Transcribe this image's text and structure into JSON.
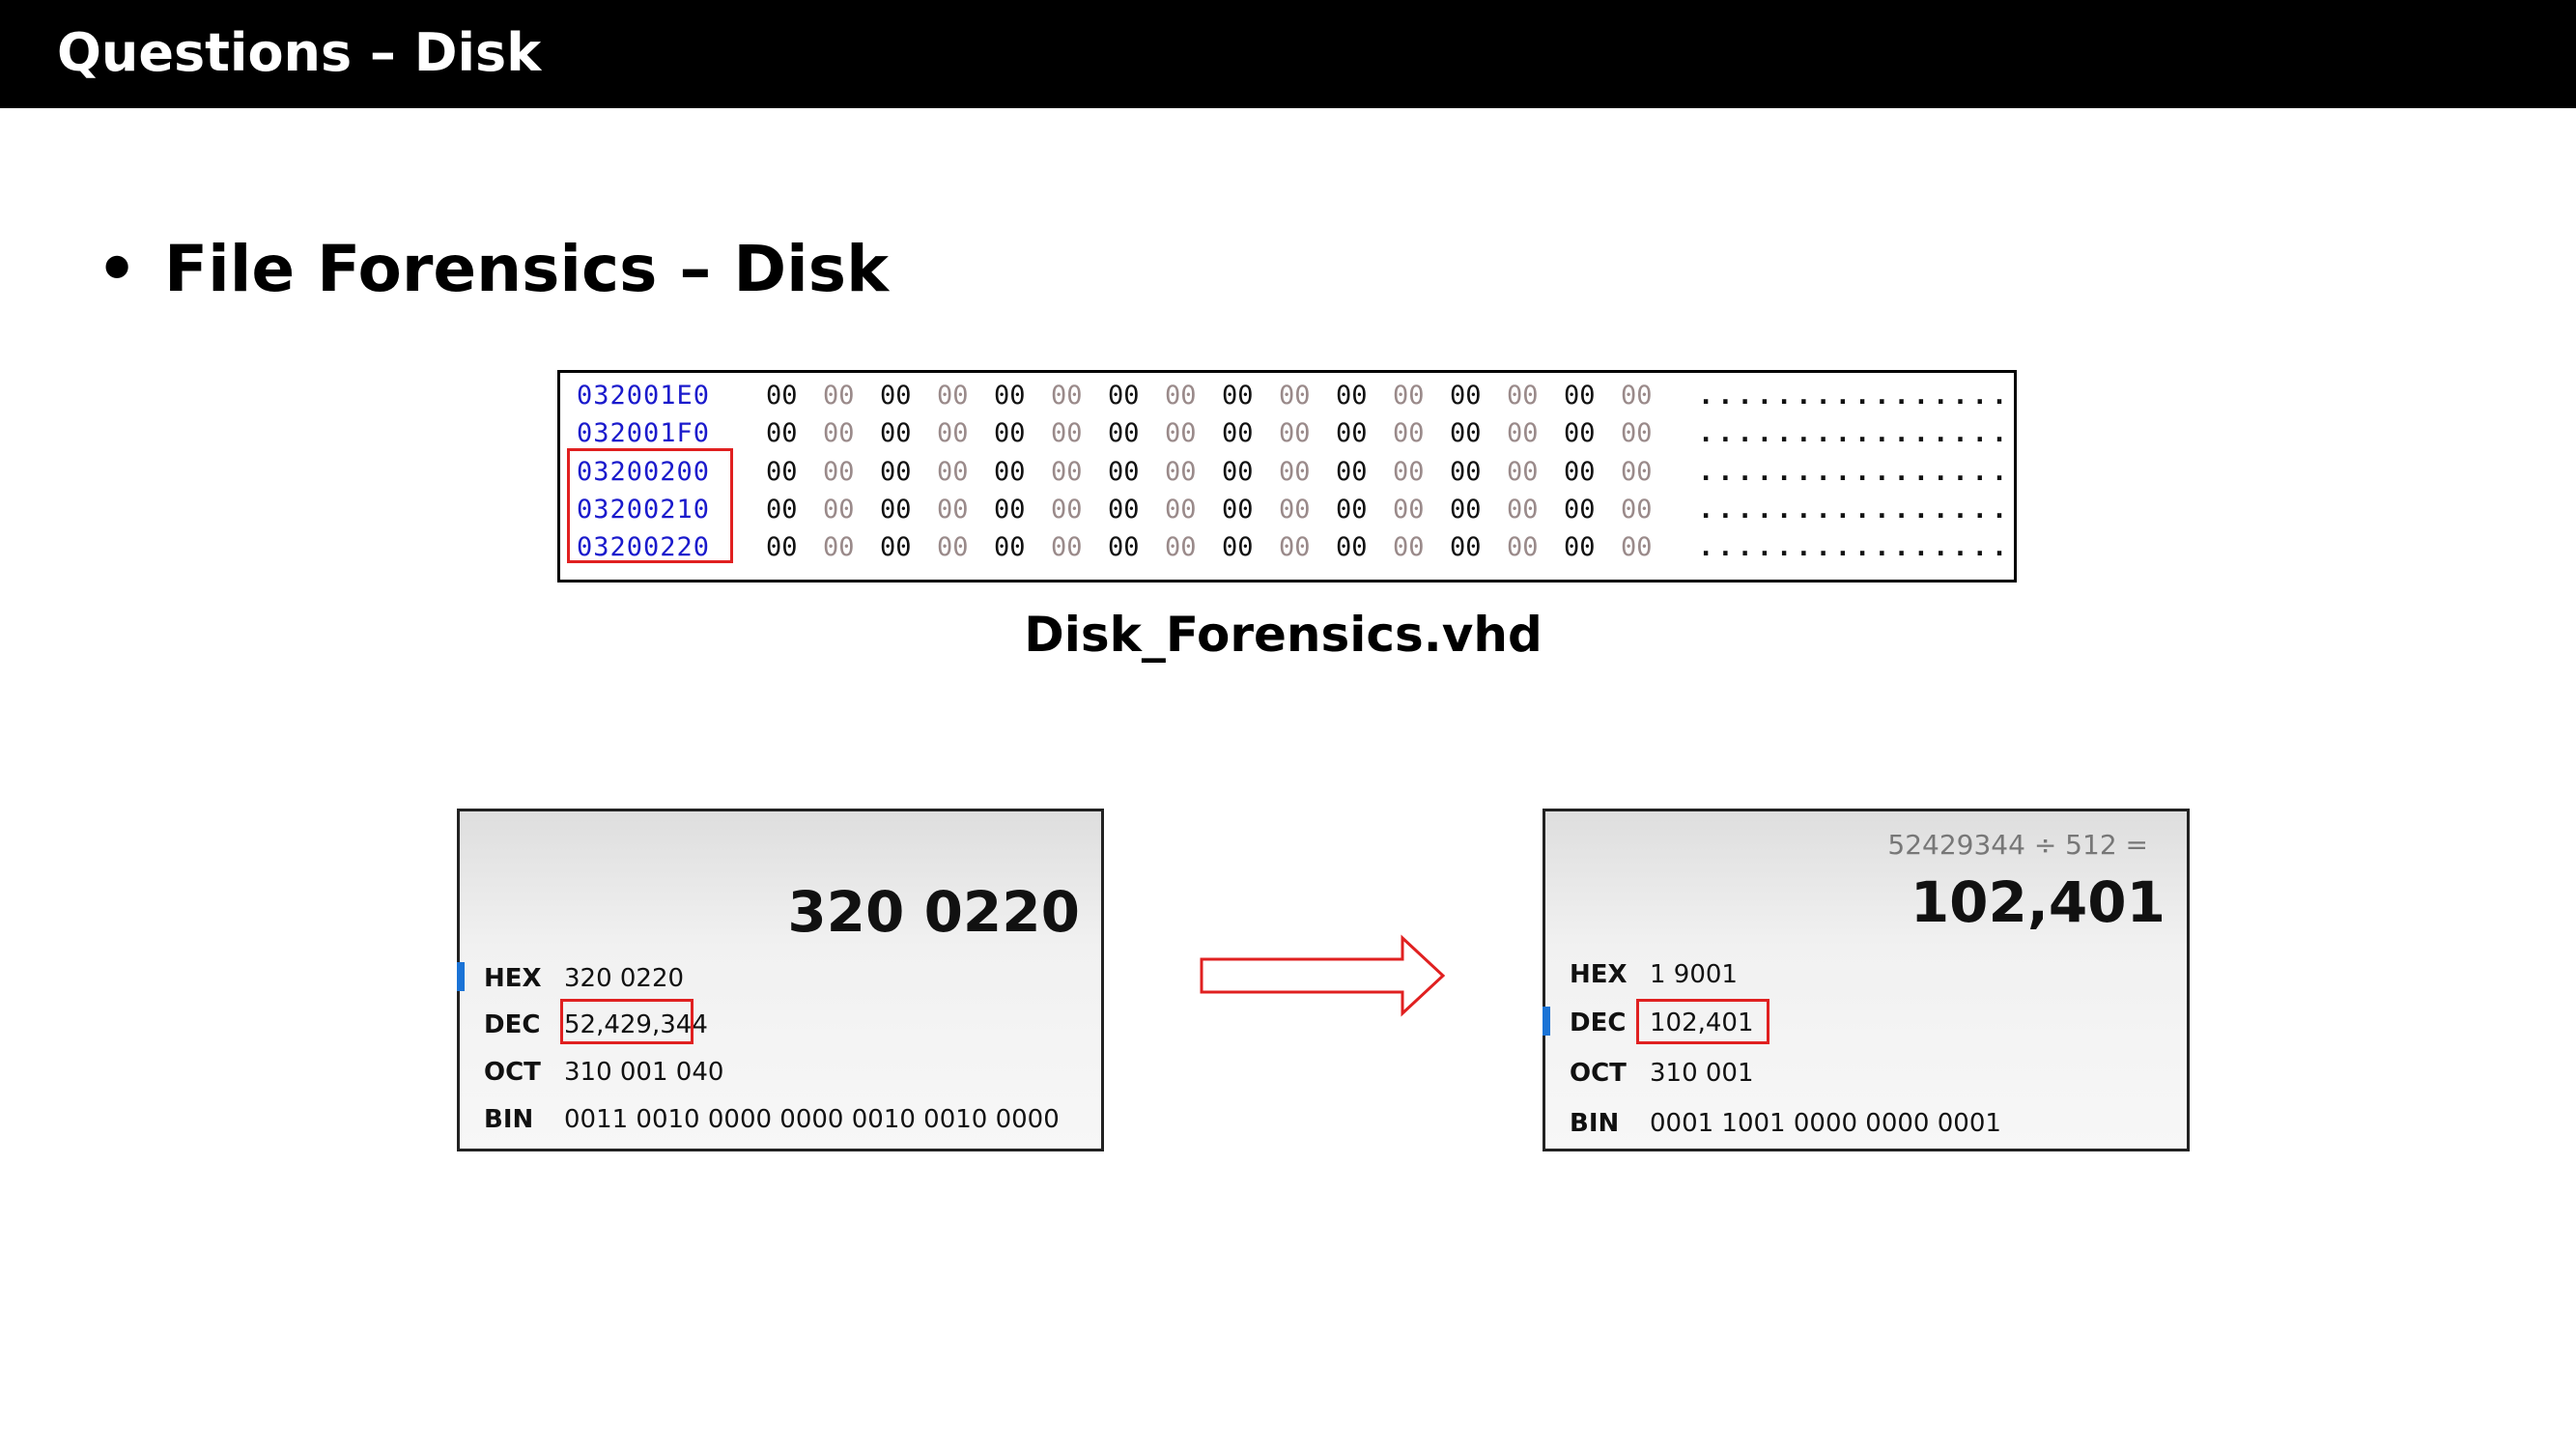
{
  "header": {
    "title": "Questions – Disk"
  },
  "bullet": {
    "text": "File Forensics – Disk"
  },
  "hex_view": {
    "rows": [
      {
        "address": "032001E0",
        "bytes": [
          "00",
          "00",
          "00",
          "00",
          "00",
          "00",
          "00",
          "00",
          "00",
          "00",
          "00",
          "00",
          "00",
          "00",
          "00",
          "00"
        ],
        "ascii": "................"
      },
      {
        "address": "032001F0",
        "bytes": [
          "00",
          "00",
          "00",
          "00",
          "00",
          "00",
          "00",
          "00",
          "00",
          "00",
          "00",
          "00",
          "00",
          "00",
          "00",
          "00"
        ],
        "ascii": "................"
      },
      {
        "address": "03200200",
        "bytes": [
          "00",
          "00",
          "00",
          "00",
          "00",
          "00",
          "00",
          "00",
          "00",
          "00",
          "00",
          "00",
          "00",
          "00",
          "00",
          "00"
        ],
        "ascii": "................"
      },
      {
        "address": "03200210",
        "bytes": [
          "00",
          "00",
          "00",
          "00",
          "00",
          "00",
          "00",
          "00",
          "00",
          "00",
          "00",
          "00",
          "00",
          "00",
          "00",
          "00"
        ],
        "ascii": "................"
      },
      {
        "address": "03200220",
        "bytes": [
          "00",
          "00",
          "00",
          "00",
          "00",
          "00",
          "00",
          "00",
          "00",
          "00",
          "00",
          "00",
          "00",
          "00",
          "00",
          "00"
        ],
        "ascii": "................"
      }
    ],
    "address_color": "#1a1acc",
    "highlight_color": "#e02020"
  },
  "caption": {
    "text": "Disk_Forensics.vhd"
  },
  "calc_left": {
    "display": "320 0220",
    "rows": [
      {
        "label": "HEX",
        "value": "320 0220"
      },
      {
        "label": "DEC",
        "value": "52,429,344"
      },
      {
        "label": "OCT",
        "value": "310 001 040"
      },
      {
        "label": "BIN",
        "value": "0011 0010 0000 0000 0010 0010 0000"
      }
    ],
    "active": "HEX"
  },
  "calc_right": {
    "expression": "52429344 ÷ 512 =",
    "display": "102,401",
    "rows": [
      {
        "label": "HEX",
        "value": "1 9001"
      },
      {
        "label": "DEC",
        "value": "102,401"
      },
      {
        "label": "OCT",
        "value": "310 001"
      },
      {
        "label": "BIN",
        "value": "0001 1001 0000 0000 0001"
      }
    ],
    "active": "DEC"
  },
  "arrow": {
    "icon": "right-arrow-icon",
    "color": "#e02020"
  },
  "colors": {
    "accent_blue": "#1a73d6",
    "highlight_red": "#e02020"
  }
}
